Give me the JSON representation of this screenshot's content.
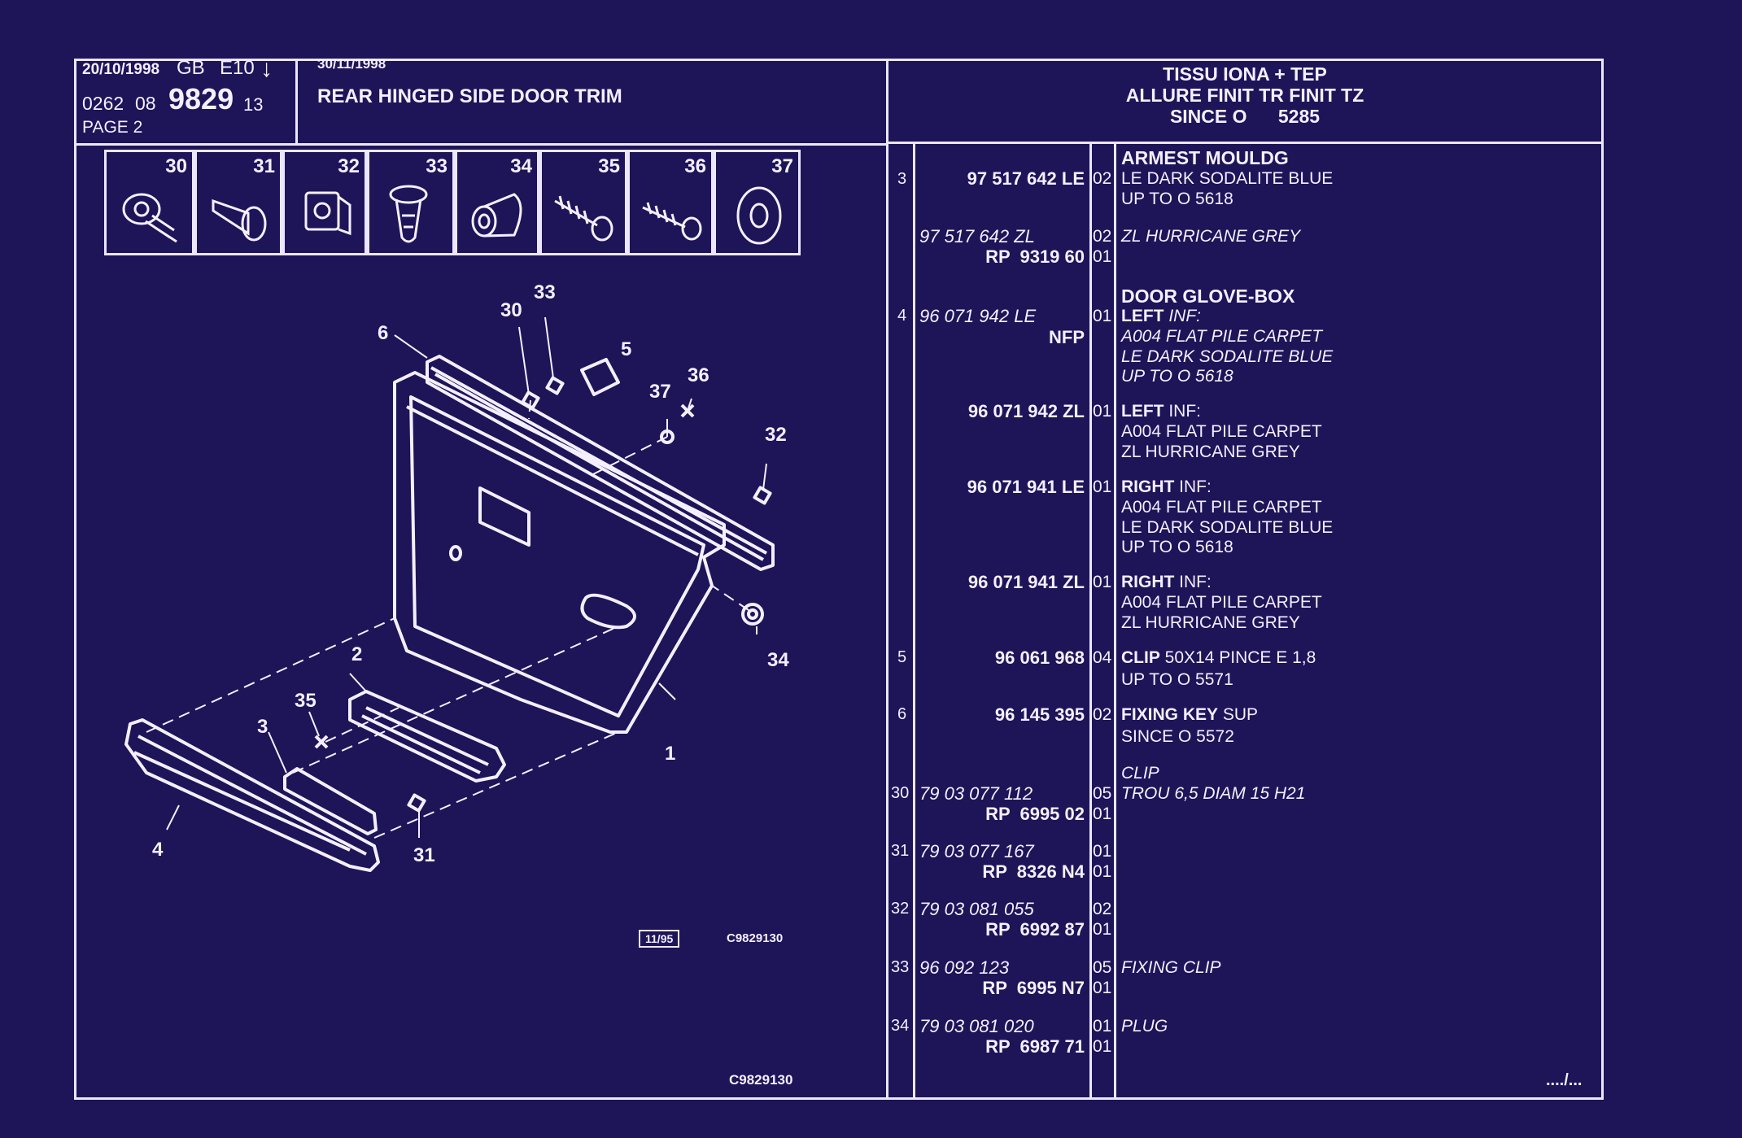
{
  "header": {
    "date_left": "20/10/1998",
    "lang": "GB",
    "edition": "E10",
    "arrow": "↓",
    "code_a": "0262",
    "code_b": "08",
    "code_main": "9829",
    "code_c": "13",
    "page": "PAGE 2",
    "date_right": "30/11/1998",
    "title": "REAR HINGED SIDE DOOR TRIM",
    "spec_line1": "TISSU IONA + TEP",
    "spec_line2": "ALLURE FINIT  TR FINIT  TZ",
    "spec_line3": "SINCE O      5285"
  },
  "part_icons": [
    "30",
    "31",
    "32",
    "33",
    "34",
    "35",
    "36",
    "37"
  ],
  "callouts": [
    "30",
    "33",
    "6",
    "5",
    "37",
    "36",
    "32",
    "34",
    "2",
    "35",
    "3",
    "1",
    "4",
    "31"
  ],
  "drawing": {
    "stamp": "11/95",
    "code1": "C9829130",
    "code2": "C9829130"
  },
  "rows": [
    {
      "n": "3",
      "ref": "97 517 642 LE",
      "qty": "02",
      "desc": "ARMEST MOULDG",
      "desc2": "LE DARK SODALITE BLUE",
      "desc3": "UP TO O 5618"
    },
    {
      "ref": "97 517 642 ZL",
      "qty": "02",
      "desc": "ZL HURRICANE GREY"
    },
    {
      "ref": "RP  9319 60",
      "qty": "01"
    },
    {
      "n": "4",
      "ref": "96 071 942 LE",
      "qty": "01",
      "head": "DOOR GLOVE-BOX",
      "desc_b": "LEFT",
      "desc": " INF:",
      "desc2": "A004 FLAT PILE CARPET",
      "desc3": "LE DARK SODALITE BLUE",
      "desc4": "UP TO O 5618"
    },
    {
      "ref": "NFP"
    },
    {
      "ref": "96 071 942 ZL",
      "qty": "01",
      "desc_b": "LEFT",
      "desc": " INF:",
      "desc2": "A004 FLAT PILE CARPET",
      "desc3": "ZL HURRICANE GREY"
    },
    {
      "ref": "96 071 941 LE",
      "qty": "01",
      "desc_b": "RIGHT",
      "desc": " INF:",
      "desc2": "A004 FLAT PILE CARPET",
      "desc3": "LE DARK SODALITE BLUE",
      "desc4": "UP TO O 5618"
    },
    {
      "ref": "96 071 941 ZL",
      "qty": "01",
      "desc_b": "RIGHT",
      "desc": " INF:",
      "desc2": "A004 FLAT PILE CARPET",
      "desc3": "ZL HURRICANE GREY"
    },
    {
      "n": "5",
      "ref": "96 061 968",
      "qty": "04",
      "desc_b": "CLIP",
      "desc": " 50X14 PINCE E 1,8",
      "desc2": "UP TO O 5571"
    },
    {
      "n": "6",
      "ref": "96 145 395",
      "qty": "02",
      "desc_b": "FIXING KEY",
      "desc": " SUP",
      "desc2": "SINCE O 5572"
    },
    {
      "n": "30",
      "ref": "79 03 077 112",
      "qty": "05",
      "desc": "CLIP",
      "desc2": "TROU 6,5 DIAM 15 H21"
    },
    {
      "ref": "RP  6995 02",
      "qty": "01"
    },
    {
      "n": "31",
      "ref": "79 03 077 167",
      "qty": "01"
    },
    {
      "ref": "RP  8326 N4",
      "qty": "01"
    },
    {
      "n": "32",
      "ref": "79 03 081 055",
      "qty": "02"
    },
    {
      "ref": "RP  6992 87",
      "qty": "01"
    },
    {
      "n": "33",
      "ref": "96 092 123",
      "qty": "05",
      "desc": "FIXING CLIP"
    },
    {
      "ref": "RP  6995 N7",
      "qty": "01"
    },
    {
      "n": "34",
      "ref": "79 03 081 020",
      "qty": "01",
      "desc": "PLUG"
    },
    {
      "ref": "RP  6987 71",
      "qty": "01"
    }
  ],
  "continued": "..../...",
  "colors": {
    "background": "#1e1458",
    "ink": "#f4efff"
  }
}
